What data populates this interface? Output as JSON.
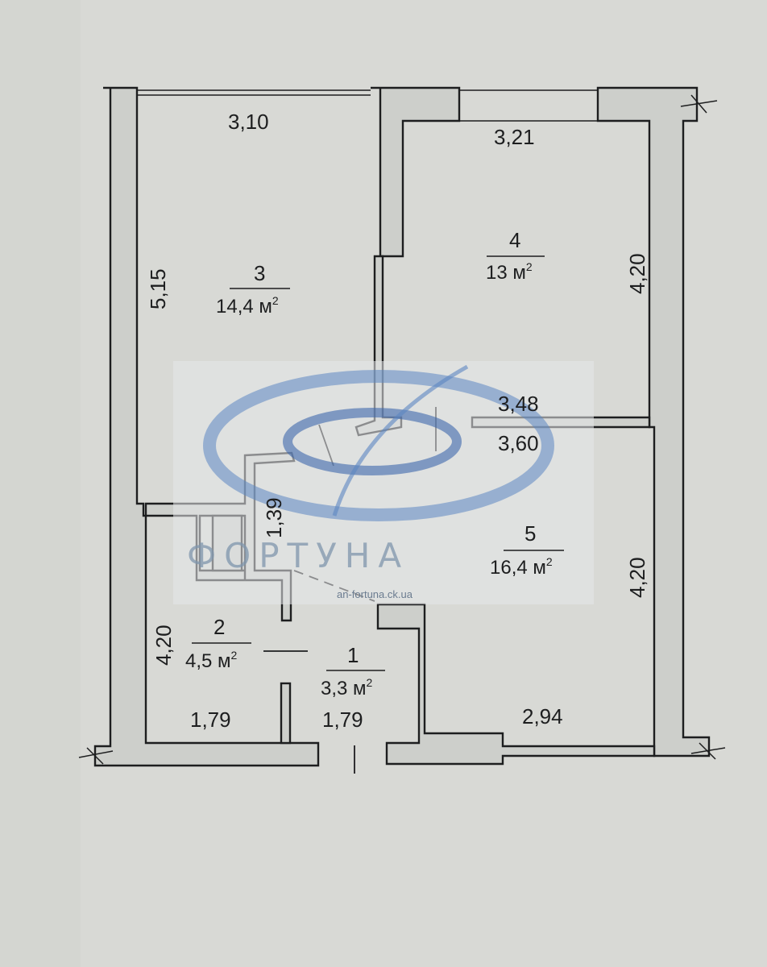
{
  "dimensions": {
    "room3_width": "3,10",
    "room3_length": "5,15",
    "room4_width": "3,21",
    "room4_length": "4,20",
    "room5_top1": "3,48",
    "room5_top2": "3,60",
    "room5_length": "4,20",
    "room5_bottom": "2,94",
    "room2_length": "4,20",
    "room2_width": "1,79",
    "room1_width": "1,79",
    "hall_length": "1,39"
  },
  "rooms": [
    {
      "id": "3",
      "area": "14,4 м"
    },
    {
      "id": "4",
      "area": "13 м"
    },
    {
      "id": "5",
      "area": "16,4 м"
    },
    {
      "id": "2",
      "area": "4,5 м"
    },
    {
      "id": "1",
      "area": "3,3 м"
    }
  ],
  "area_unit_superscript": "2",
  "watermark": {
    "brand": "ФОРТУНА",
    "url": "an-fortuna.ck.ua"
  },
  "colors": {
    "paper": "#d8d9d5",
    "wall_fill": "#cdcfcb",
    "ink": "#1d1e1f",
    "watermark_blue": "#5b86c2"
  }
}
